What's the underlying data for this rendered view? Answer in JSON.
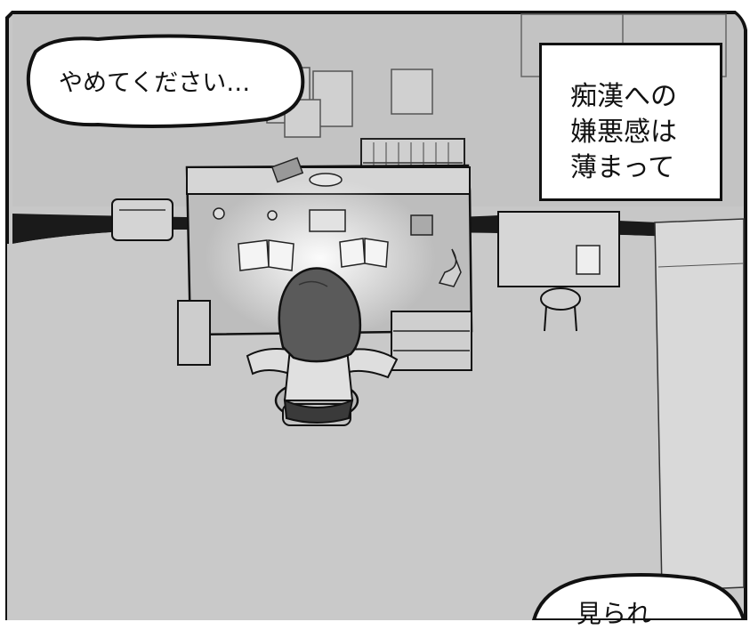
{
  "speech_bubble": {
    "text": "やめてください…"
  },
  "caption": {
    "lines": [
      "痴漢への",
      "嫌悪感は",
      "薄まって"
    ]
  },
  "bottom_bubble": {
    "text": "見られ"
  },
  "colors": {
    "floor": "#c7c7c7",
    "wall_shadow": "#1a1a1a",
    "desk_light": "#f2f2f2",
    "outline": "#111111",
    "hair": "#5a5a5a"
  }
}
